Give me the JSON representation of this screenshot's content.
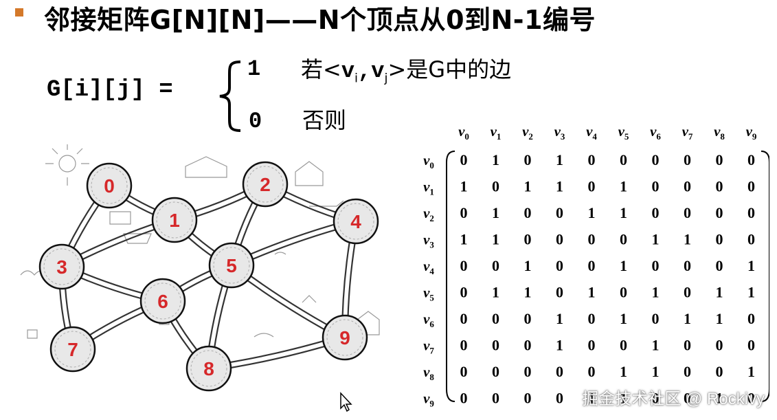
{
  "heading": {
    "title": "邻接矩阵G[N][N]——N个顶点从0到N-1编号"
  },
  "formula": {
    "lhs": "G[i][j] =",
    "case1_value": "1",
    "case1_prefix": "若<",
    "case1_v": "v",
    "case1_i": "i",
    "case1_comma": ",",
    "case1_j": "j",
    "case1_suffix": ">是G中的边",
    "case2_value": "0",
    "case2_text": "否则"
  },
  "graph": {
    "nodes": [
      {
        "label": "0"
      },
      {
        "label": "1"
      },
      {
        "label": "2"
      },
      {
        "label": "3"
      },
      {
        "label": "4"
      },
      {
        "label": "5"
      },
      {
        "label": "6"
      },
      {
        "label": "7"
      },
      {
        "label": "8"
      },
      {
        "label": "9"
      }
    ],
    "edges": [
      [
        0,
        1
      ],
      [
        0,
        3
      ],
      [
        1,
        2
      ],
      [
        1,
        3
      ],
      [
        1,
        5
      ],
      [
        2,
        4
      ],
      [
        2,
        5
      ],
      [
        3,
        6
      ],
      [
        3,
        7
      ],
      [
        4,
        5
      ],
      [
        4,
        9
      ],
      [
        5,
        6
      ],
      [
        5,
        8
      ],
      [
        5,
        9
      ],
      [
        6,
        7
      ],
      [
        6,
        8
      ],
      [
        8,
        9
      ]
    ]
  },
  "matrix": {
    "head_letter": "v",
    "indices": [
      "0",
      "1",
      "2",
      "3",
      "4",
      "5",
      "6",
      "7",
      "8",
      "9"
    ],
    "rows": [
      [
        "0",
        "1",
        "0",
        "1",
        "0",
        "0",
        "0",
        "0",
        "0",
        "0"
      ],
      [
        "1",
        "0",
        "1",
        "1",
        "0",
        "1",
        "0",
        "0",
        "0",
        "0"
      ],
      [
        "0",
        "1",
        "0",
        "0",
        "1",
        "1",
        "0",
        "0",
        "0",
        "0"
      ],
      [
        "1",
        "1",
        "0",
        "0",
        "0",
        "0",
        "1",
        "1",
        "0",
        "0"
      ],
      [
        "0",
        "0",
        "1",
        "0",
        "0",
        "1",
        "0",
        "0",
        "0",
        "1"
      ],
      [
        "0",
        "1",
        "1",
        "0",
        "1",
        "0",
        "1",
        "0",
        "1",
        "1"
      ],
      [
        "0",
        "0",
        "0",
        "1",
        "0",
        "1",
        "0",
        "1",
        "1",
        "0"
      ],
      [
        "0",
        "0",
        "0",
        "1",
        "0",
        "0",
        "1",
        "0",
        "0",
        "0"
      ],
      [
        "0",
        "0",
        "0",
        "0",
        "0",
        "1",
        "1",
        "0",
        "0",
        "1"
      ],
      [
        "0",
        "0",
        "0",
        "0",
        "1",
        "1",
        "0",
        "0",
        "1",
        "0"
      ]
    ]
  },
  "watermark": "掘金技术社区 @ Rockivy"
}
